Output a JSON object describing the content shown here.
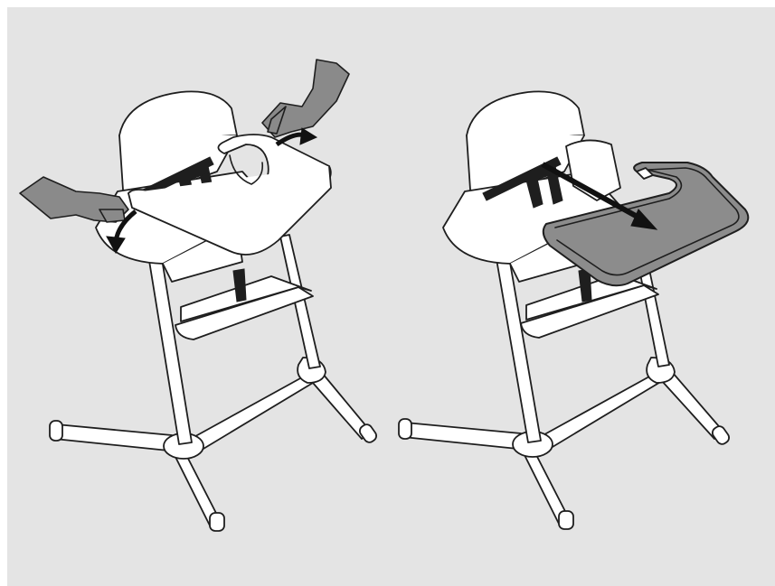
{
  "figure": {
    "panel_background": "#e4e4e4",
    "line_color": "#1e1e1e",
    "glove_color": "#8a8a8a",
    "removed_tray_color": "#8c8c8c"
  },
  "steps": [
    {
      "illustration": "high-chair",
      "action": "squeeze-tray-release-levers",
      "arrow_icons": [
        "curved-arrow-left",
        "curved-arrow-right"
      ],
      "hands": 2
    },
    {
      "illustration": "high-chair",
      "action": "pull-tray-forward",
      "arrow_icons": [
        "straight-arrow"
      ],
      "hands": 0
    }
  ]
}
